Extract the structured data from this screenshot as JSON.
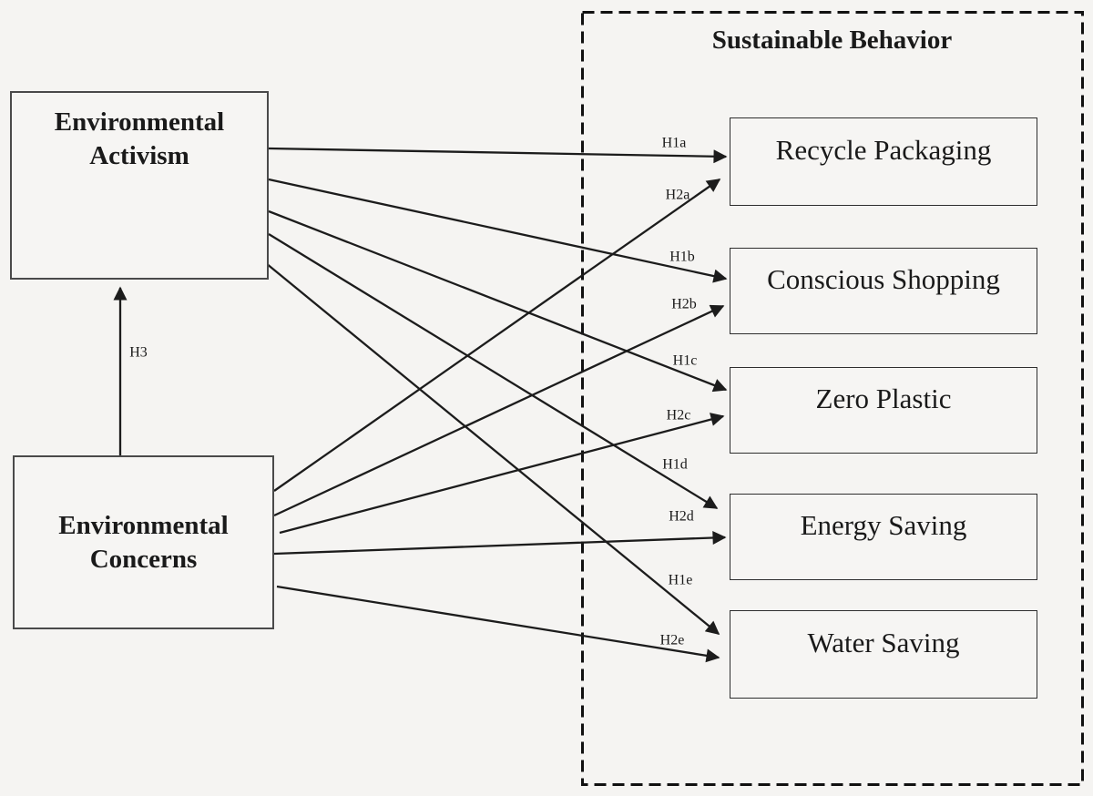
{
  "container": {
    "title": "Sustainable Behavior"
  },
  "nodes": {
    "activism": {
      "label": "Environmental\nActivism"
    },
    "concerns": {
      "label": "Environmental\nConcerns"
    }
  },
  "behaviors": [
    {
      "label": "Recycle Packaging"
    },
    {
      "label": "Conscious Shopping"
    },
    {
      "label": "Zero Plastic"
    },
    {
      "label": "Energy Saving"
    },
    {
      "label": "Water Saving"
    }
  ],
  "arrows": [
    {
      "id": "H1a",
      "label": "H1a",
      "from": "Environmental Activism",
      "to": "Recycle Packaging"
    },
    {
      "id": "H2a",
      "label": "H2a",
      "from": "Environmental Concerns",
      "to": "Recycle Packaging"
    },
    {
      "id": "H1b",
      "label": "H1b",
      "from": "Environmental Activism",
      "to": "Conscious Shopping"
    },
    {
      "id": "H2b",
      "label": "H2b",
      "from": "Environmental Concerns",
      "to": "Conscious Shopping"
    },
    {
      "id": "H1c",
      "label": "H1c",
      "from": "Environmental Activism",
      "to": "Zero Plastic"
    },
    {
      "id": "H2c",
      "label": "H2c",
      "from": "Environmental Concerns",
      "to": "Zero Plastic"
    },
    {
      "id": "H1d",
      "label": "H1d",
      "from": "Environmental Activism",
      "to": "Energy Saving"
    },
    {
      "id": "H2d",
      "label": "H2d",
      "from": "Environmental Concerns",
      "to": "Energy Saving"
    },
    {
      "id": "H1e",
      "label": "H1e",
      "from": "Environmental Activism",
      "to": "Water Saving"
    },
    {
      "id": "H2e",
      "label": "H2e",
      "from": "Environmental Concerns",
      "to": "Water Saving"
    },
    {
      "id": "H3",
      "label": "H3",
      "from": "Environmental Concerns",
      "to": "Environmental Activism"
    }
  ],
  "colors": {
    "background": "#f5f4f2",
    "line": "#1c1c1c",
    "box_border": "#2e2e2e",
    "dashed_border": "#111111"
  }
}
